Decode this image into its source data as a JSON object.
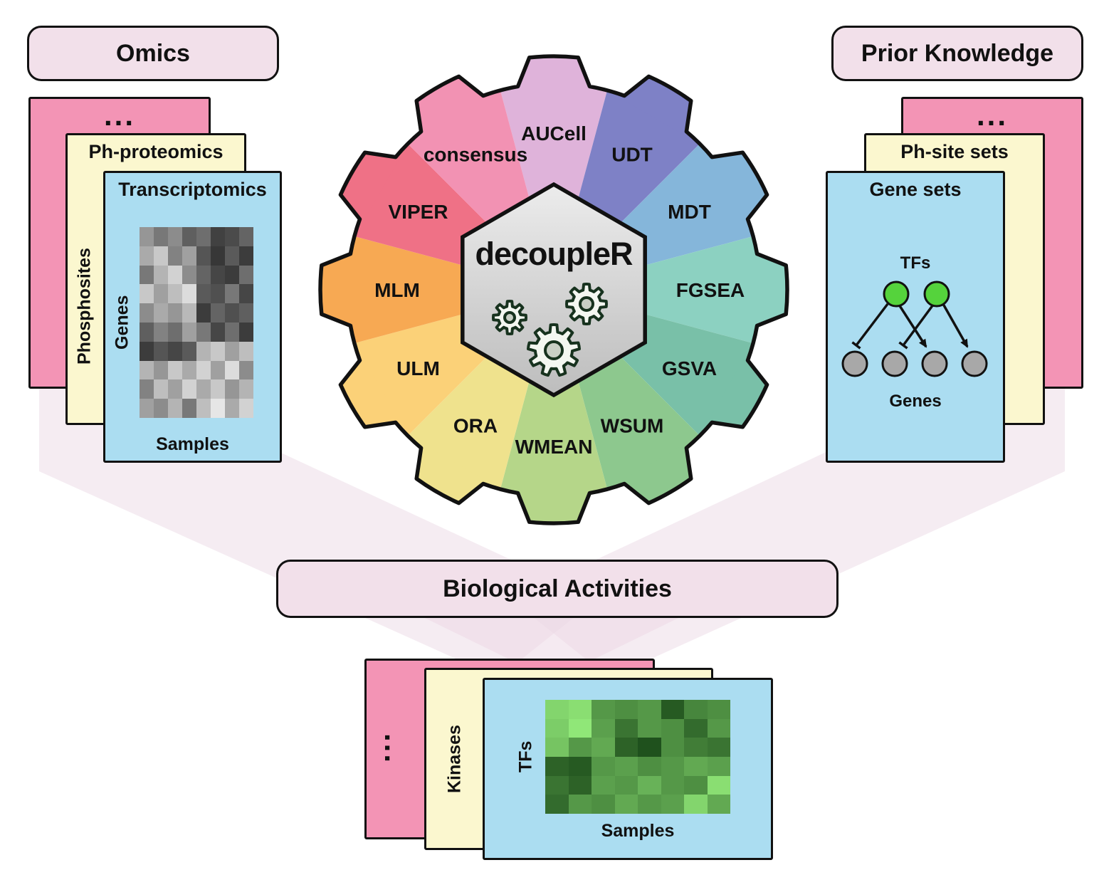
{
  "pills": {
    "omics": "Omics",
    "prior": "Prior Knowledge",
    "bio": "Biological Activities"
  },
  "hub": {
    "title": "decoupleR"
  },
  "methods": [
    {
      "label": "AUCell",
      "color": "#dfb3da"
    },
    {
      "label": "UDT",
      "color": "#7e81c6"
    },
    {
      "label": "MDT",
      "color": "#85b6da"
    },
    {
      "label": "FGSEA",
      "color": "#8cd1c1"
    },
    {
      "label": "GSVA",
      "color": "#79c0a8"
    },
    {
      "label": "WSUM",
      "color": "#8dc88e"
    },
    {
      "label": "WMEAN",
      "color": "#b5d689"
    },
    {
      "label": "ORA",
      "color": "#efe28d"
    },
    {
      "label": "ULM",
      "color": "#fbd178"
    },
    {
      "label": "MLM",
      "color": "#f7a953"
    },
    {
      "label": "VIPER",
      "color": "#ef7186"
    },
    {
      "label": "consensus",
      "color": "#f292b3"
    }
  ],
  "omics_stack": {
    "more": "...",
    "ph_card": "Ph-proteomics",
    "ph_side": "Phosphosites",
    "tx_card": "Transcriptomics",
    "tx_side": "Genes",
    "tx_bottom": "Samples"
  },
  "prior_stack": {
    "more": "...",
    "ph_sets_card": "Ph-site sets",
    "gene_sets_card": "Gene sets",
    "tfs_label": "TFs",
    "genes_label": "Genes"
  },
  "activities_stack": {
    "more": "...",
    "kinases_side": "Kinases",
    "tfs_side": "TFs",
    "samples": "Samples"
  },
  "palette": {
    "pink_card": "#f394b5",
    "yellow_card": "#fbf7cf",
    "blue_card": "#abddf1",
    "pill_bg": "#f2e0ea",
    "arrow_band": "#ecd9e6",
    "gear_outline": "#111111",
    "gear_icon_green": "#17321e",
    "tf_node_green": "#55d33c",
    "gene_node_gray": "#a8a8a8"
  },
  "heatmaps": {
    "transcriptomics": {
      "rows": 10,
      "cols": 8,
      "values": [
        [
          150,
          120,
          140,
          95,
          110,
          65,
          75,
          100
        ],
        [
          170,
          200,
          130,
          160,
          85,
          55,
          90,
          60
        ],
        [
          120,
          180,
          210,
          140,
          100,
          70,
          60,
          110
        ],
        [
          200,
          160,
          190,
          220,
          90,
          80,
          120,
          70
        ],
        [
          140,
          170,
          150,
          185,
          60,
          100,
          80,
          95
        ],
        [
          95,
          130,
          110,
          160,
          120,
          70,
          110,
          60
        ],
        [
          60,
          85,
          70,
          90,
          180,
          200,
          160,
          190
        ],
        [
          180,
          150,
          200,
          170,
          210,
          160,
          220,
          140
        ],
        [
          130,
          190,
          160,
          210,
          170,
          200,
          150,
          180
        ],
        [
          160,
          140,
          180,
          120,
          190,
          230,
          170,
          210
        ]
      ]
    },
    "activities": {
      "rows": 6,
      "cols": 8,
      "low_color": "#123f12",
      "high_color": "#97f07d",
      "values": [
        [
          0.85,
          0.9,
          0.5,
          0.45,
          0.5,
          0.15,
          0.4,
          0.45
        ],
        [
          0.8,
          0.95,
          0.55,
          0.3,
          0.5,
          0.45,
          0.25,
          0.5
        ],
        [
          0.75,
          0.5,
          0.6,
          0.2,
          0.1,
          0.45,
          0.35,
          0.3
        ],
        [
          0.2,
          0.15,
          0.5,
          0.55,
          0.45,
          0.5,
          0.6,
          0.55
        ],
        [
          0.3,
          0.2,
          0.55,
          0.5,
          0.65,
          0.5,
          0.45,
          0.9
        ],
        [
          0.25,
          0.5,
          0.45,
          0.6,
          0.5,
          0.55,
          0.85,
          0.6
        ]
      ]
    }
  }
}
